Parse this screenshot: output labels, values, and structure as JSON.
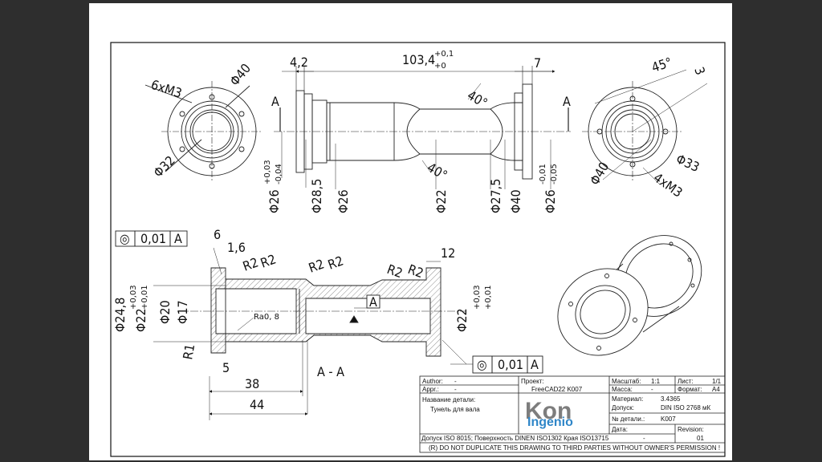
{
  "drawing": {
    "dims_top": {
      "left_width": "4,2",
      "overall": "103,4",
      "overall_tol_upper": "+0,1",
      "overall_tol_lower": "+0",
      "right_width": "7",
      "angle_upper": "40°",
      "angle_lower": "40°",
      "section_marker": "A",
      "d26_left": "Φ26",
      "d26_left_tol_upper": "+0,03",
      "d26_left_tol_lower": "-0,04",
      "d285": "Φ28,5",
      "d26_mid": "Φ26",
      "d22": "Φ22",
      "d275": "Φ27,5",
      "d40": "Φ40",
      "d26_right": "Φ26",
      "d26_right_tol_upper": "-0,01",
      "d26_right_tol_lower": "-0,05"
    },
    "left_view": {
      "holes": "6xM3",
      "outer": "Φ40",
      "bolt_circle": "Φ32"
    },
    "right_view": {
      "angle": "45°",
      "chamfer": "3",
      "outer": "Φ40",
      "bolt_circle": "Φ33",
      "holes": "4xM3"
    },
    "section": {
      "fcf_top": {
        "symbol": "◎",
        "value": "0,01",
        "datum": "A"
      },
      "fcf_bottom": {
        "symbol": "◎",
        "value": "0,01",
        "datum": "A"
      },
      "dim_6": "6",
      "dim_16": "1,6",
      "r2_labels": [
        "R2",
        "R2",
        "R2",
        "R2",
        "R2",
        "R2"
      ],
      "dim_12": "12",
      "datum": "A",
      "ra": "Ra0, 8",
      "d248": "Φ24,8",
      "d22_left": "Φ22",
      "d22_left_tol_upper": "+0,03",
      "d22_left_tol_lower": "+0,01",
      "d20": "Φ20",
      "d17": "Φ17",
      "r1": "R1",
      "dim_5": "5",
      "dim_38": "38",
      "dim_44": "44",
      "d22_right": "Φ22",
      "d22_right_tol_upper": "+0,03",
      "d22_right_tol_lower": "+0,01",
      "section_label": "A - A"
    }
  },
  "title_block": {
    "author_label": "Author:",
    "author_value": "-",
    "appr_label": "Appr.:",
    "appr_value": "-",
    "project_label": "Проект:",
    "project_value": "FreeCAD22 K007",
    "scale_label": "Масштаб:",
    "scale_value": "1:1",
    "sheet_label": "Лист:",
    "sheet_value": "1/1",
    "mass_label": "Масса:",
    "mass_value": "-",
    "format_label": "Формат:",
    "format_value": "A4",
    "part_name_label": "Название детали:",
    "part_name_value": "Тунель для вала",
    "logo_top": "Kon",
    "logo_bottom": "Ingenio",
    "material_label": "Материал:",
    "material_value": "3.4365",
    "tolerance_label": "Допуск:",
    "tolerance_value": "DIN ISO 2768 мК",
    "part_no_label": "№ детали.:",
    "part_no_value": "K007",
    "date_label": "Дата:",
    "date_value": "-",
    "revision_label": "Revision:",
    "revision_value": "01",
    "standards": "Допуск ISO 8015; Поверхность DINEN ISO1302 Края ISO13715",
    "copyright": "(R) DO NOT DUPLICATE THIS DRAWING TO THIRD PARTIES WITHOUT OWNER'S PERMISSION !"
  },
  "colors": {
    "logo_gray": "#7d7d7d",
    "logo_blue": "#2f86c8",
    "sheet": "#ffffff",
    "frame": "#2e2e2e"
  }
}
